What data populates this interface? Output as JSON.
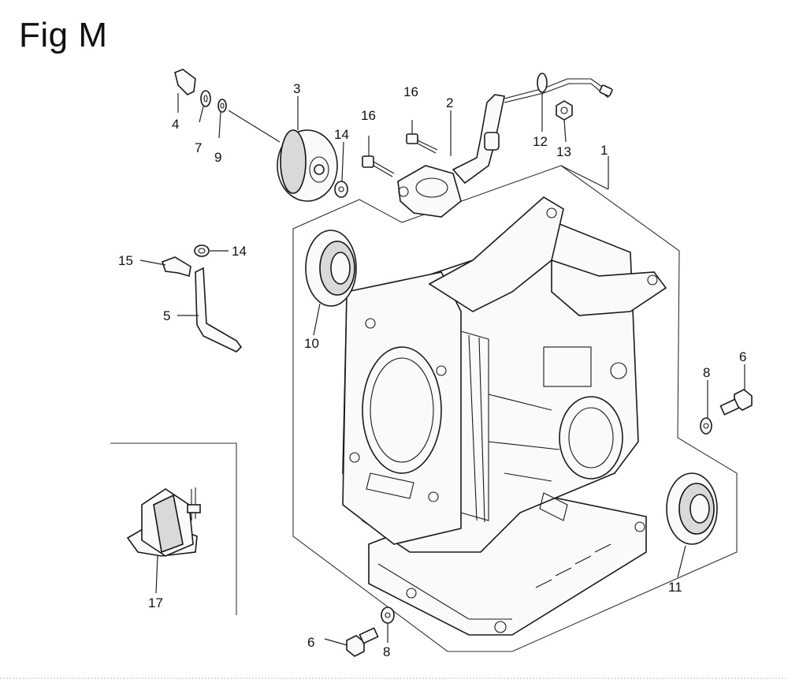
{
  "figure": {
    "title": "Fig M"
  },
  "callouts": {
    "c1": "1",
    "c2": "2",
    "c3": "3",
    "c4": "4",
    "c5": "5",
    "c6a": "6",
    "c6b": "6",
    "c7": "7",
    "c8a": "8",
    "c8b": "8",
    "c9": "9",
    "c10": "10",
    "c11": "11",
    "c12": "12",
    "c13": "13",
    "c14a": "14",
    "c14b": "14",
    "c15": "15",
    "c16a": "16",
    "c16b": "16",
    "c17": "17"
  }
}
